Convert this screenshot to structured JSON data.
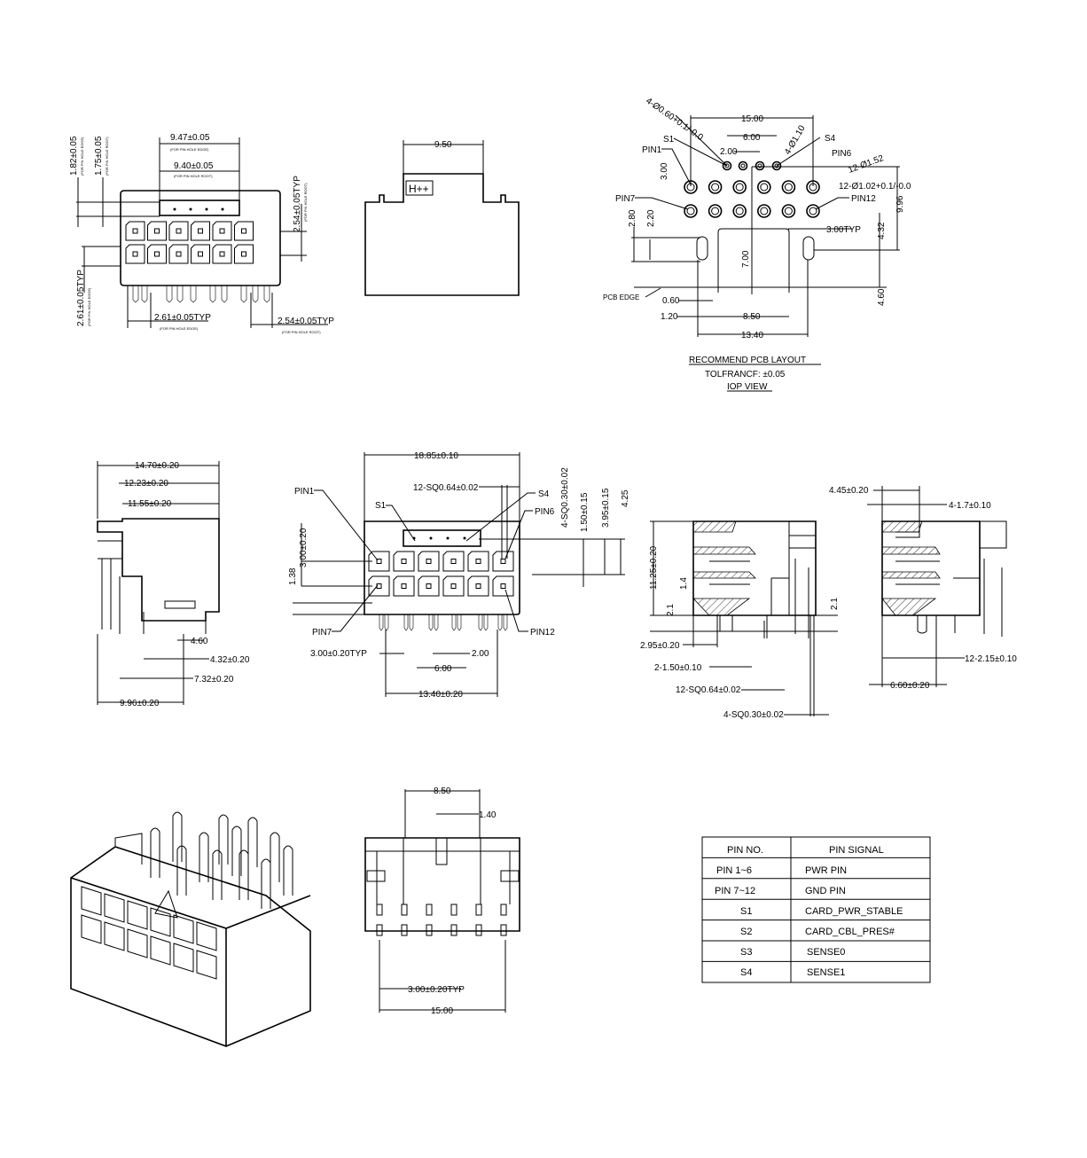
{
  "front_top": {
    "d1": "9.47±0.05",
    "d1n": "(FOR PIN HOLE EDGE)",
    "d2": "9.40±0.05",
    "d2n": "(FOR PIN HOLE ROOT)",
    "d3": "1.82±0.05",
    "d3n": "(FOR PIN HOLE EDGE)",
    "d4": "1.75±0.05",
    "d4n": "(FOR PIN HOLE ROOT)",
    "d5": "2.54±0.05TYP",
    "d5n": "(FOR PIN HOLE ROOT)",
    "d6": "2.61±0.05TYP",
    "d6n": "(FOR PIN HOLE EDGE)",
    "d7": "2.61±0.05TYP",
    "d7n": "(FOR PIN HOLE EDGE)",
    "d8": "2.54±0.05TYP",
    "d8n": "(FOR PIN HOLE ROOT)"
  },
  "side_top": {
    "d1": "9.50",
    "logo": "H++"
  },
  "pcb_layout": {
    "d15": "15.00",
    "d6": "6.00",
    "d2": "2.00",
    "d3": "3.00",
    "hole_small": "4-Ø0.60+0.1/-0.0",
    "hole_s": "4-Ø1.10",
    "hole_pad": "12-Ø1.52",
    "hole_pin": "12-Ø1.02+0.1/-0.0",
    "s1": "S1",
    "s4": "S4",
    "pin1": "PIN1",
    "pin6": "PIN6",
    "pin7": "PIN7",
    "pin12": "PIN12",
    "d280": "2.80",
    "d220": "2.20",
    "d300typ": "3.00TYP",
    "d996": "9.96",
    "d432": "4.32",
    "d700": "7.00",
    "d460": "4.60",
    "pcb_edge": "PCB EDGE",
    "d060": "0.60",
    "d120": "1.20",
    "d850": "8.50",
    "d1340": "13.40",
    "title": "RECOMMEND PCB LAYOUT",
    "tol": "TOLFRANCF: ±0.05",
    "view": "IOP VIEW"
  },
  "side_mid": {
    "d1": "14.70±0.20",
    "d2": "12.23±0.20",
    "d3": "11.55±0.20",
    "d4": "4.60",
    "d5": "4.32±0.20",
    "d6": "7.32±0.20",
    "d7": "9.96±0.20"
  },
  "front_mid": {
    "d1": "18.85±0.10",
    "d2": "12-SQ0.64±0.02",
    "d3": "4-SQ0.30±0.02",
    "d4": "1.50±0.15",
    "d5": "3.95±0.15",
    "d6": "4.25",
    "d7": "3.00±0.20",
    "d8": "1.38",
    "d9": "3.00±0.20TYP",
    "d10": "2.00",
    "d11": "6.00",
    "d12": "13.40±0.20",
    "pin1": "PIN1",
    "s1": "S1",
    "s4": "S4",
    "pin6": "PIN6",
    "pin7": "PIN7",
    "pin12": "PIN12"
  },
  "section_a": {
    "d1": "11.25±0.20",
    "d2": "2.1",
    "d3": "1.4",
    "d4": "2.1",
    "d5": "2.95±0.20",
    "d6": "2-1.50±0.10",
    "d7": "12-SQ0.64±0.02",
    "d8": "4-SQ0.30±0.02"
  },
  "section_b": {
    "d1": "4.45±0.20",
    "d2": "4-1.7±0.10",
    "d3": "12-2.15±0.10",
    "d4": "6.60±0.20"
  },
  "bottom_view": {
    "d1": "8.50",
    "d2": "1.40",
    "d3": "3.00±0.20TYP",
    "d4": "15.00"
  },
  "pin_table": {
    "headers": [
      "PIN  NO.",
      "PIN SIGNAL"
    ],
    "rows": [
      [
        "PIN 1~6",
        "PWR  PIN"
      ],
      [
        "PIN 7~12",
        "GND  PIN"
      ],
      [
        "S1",
        "CARD_PWR_STABLE"
      ],
      [
        "S2",
        "CARD_CBL_PRES#"
      ],
      [
        "S3",
        "SENSE0"
      ],
      [
        "S4",
        "SENSE1"
      ]
    ]
  }
}
